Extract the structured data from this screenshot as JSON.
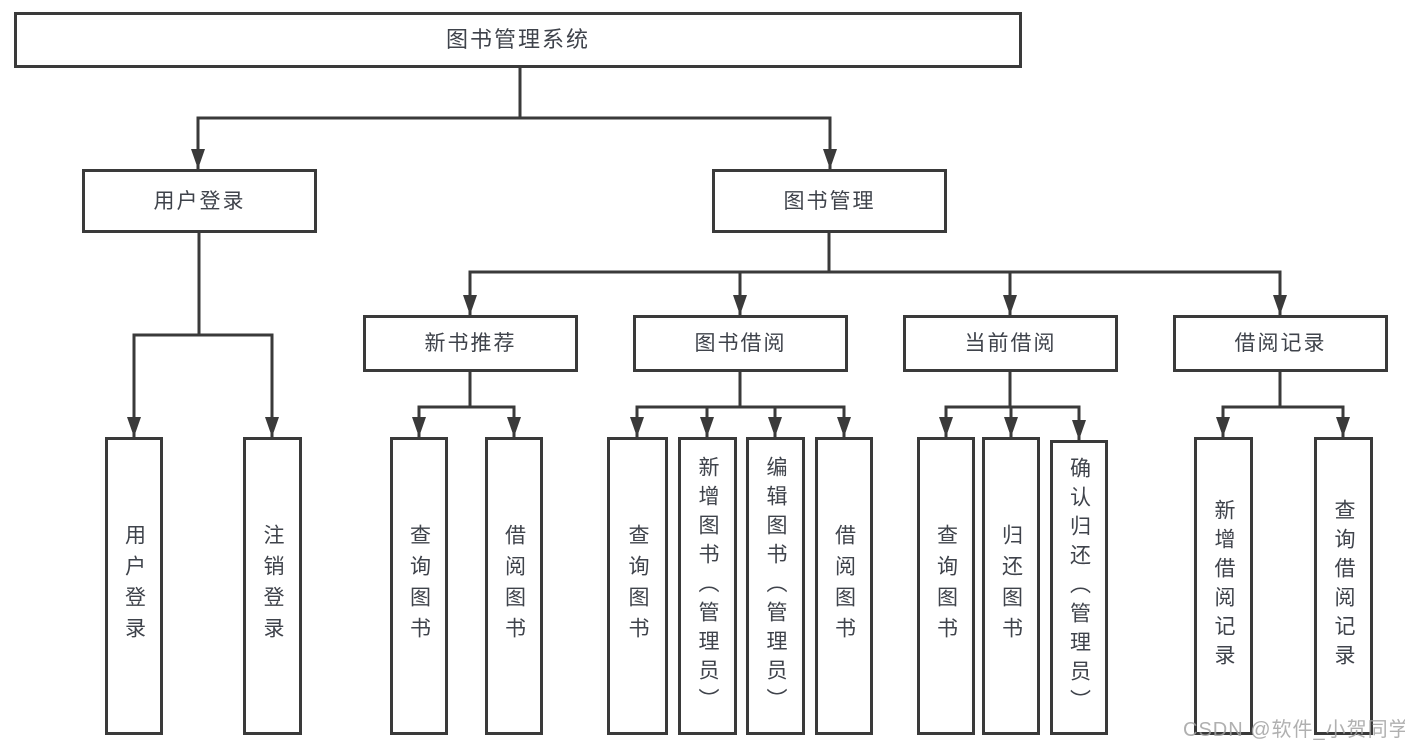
{
  "diagram": {
    "title": "图书管理系统",
    "type": "functional-structure-tree",
    "colors": {
      "line": "#3a3a3a",
      "box_border": "#3a3a3a",
      "text": "#3f434b",
      "background": "#ffffff",
      "watermark": "#a2a2a2"
    },
    "watermark": "CSDN @软件_小贺同学"
  },
  "nodes": {
    "root": {
      "label": "图书管理系统"
    },
    "login": {
      "label": "用户登录"
    },
    "manage": {
      "label": "图书管理"
    },
    "login_user": {
      "label": "用户登录"
    },
    "login_logout": {
      "label": "注销登录"
    },
    "rec": {
      "label": "新书推荐"
    },
    "borrow": {
      "label": "图书借阅"
    },
    "current": {
      "label": "当前借阅"
    },
    "record": {
      "label": "借阅记录"
    },
    "rec_query": {
      "label": "查询图书"
    },
    "rec_borrow": {
      "label": "借阅图书"
    },
    "borrow_query": {
      "label": "查询图书"
    },
    "borrow_add": {
      "label": "新增图书（管理员）"
    },
    "borrow_edit": {
      "label": "编辑图书（管理员）"
    },
    "borrow_borrow": {
      "label": "借阅图书"
    },
    "current_query": {
      "label": "查询图书"
    },
    "current_return": {
      "label": "归还图书"
    },
    "current_confirm": {
      "label": "确认归还（管理员）"
    },
    "record_add": {
      "label": "新增借阅记录"
    },
    "record_query": {
      "label": "查询借阅记录"
    }
  },
  "hierarchy": {
    "root": [
      "login",
      "manage"
    ],
    "login": [
      "login_user",
      "login_logout"
    ],
    "manage": [
      "rec",
      "borrow",
      "current",
      "record"
    ],
    "rec": [
      "rec_query",
      "rec_borrow"
    ],
    "borrow": [
      "borrow_query",
      "borrow_add",
      "borrow_edit",
      "borrow_borrow"
    ],
    "current": [
      "current_query",
      "current_return",
      "current_confirm"
    ],
    "record": [
      "record_add",
      "record_query"
    ]
  }
}
